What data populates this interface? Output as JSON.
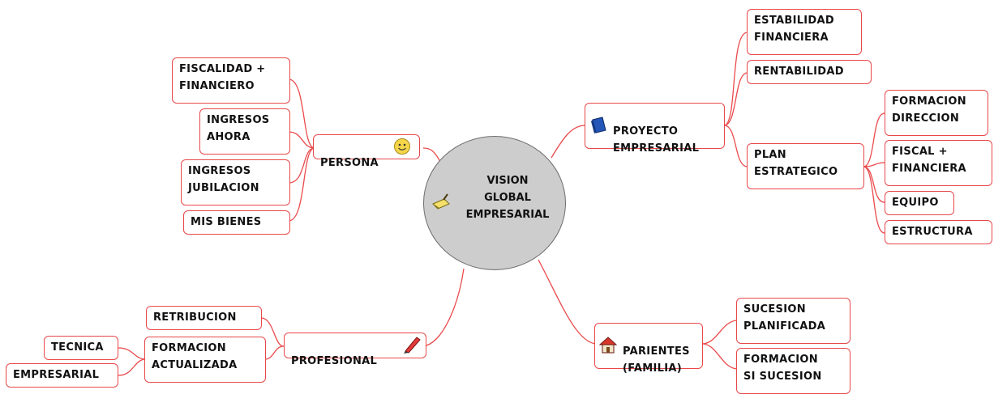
{
  "root": {
    "label": "VISION\nGLOBAL\nEMPRESARIAL",
    "icon": "broom-icon"
  },
  "persona": {
    "label": "PERSONA",
    "icon": "smiley-icon",
    "children": [
      "FISCALIDAD +\nFINANCIERO",
      "INGRESOS\nAHORA",
      "INGRESOS\nJUBILACION",
      "MIS BIENES"
    ]
  },
  "profesional": {
    "label": "PROFESIONAL",
    "icon": "pencil-icon",
    "retribucion": "RETRIBUCION",
    "formacion": "FORMACION\nACTUALIZADA",
    "formacion_children": [
      "TECNICA",
      "EMPRESARIAL"
    ]
  },
  "proyecto": {
    "label": "PROYECTO\nEMPRESARIAL",
    "icon": "book-icon",
    "estabilidad": "ESTABILIDAD\nFINANCIERA",
    "rentabilidad": "RENTABILIDAD",
    "plan": "PLAN\nESTRATEGICO",
    "plan_children": [
      "FORMACION\nDIRECCION",
      "FISCAL +\nFINANCIERA",
      "EQUIPO",
      "ESTRUCTURA"
    ]
  },
  "parientes": {
    "label": "PARIENTES\n(FAMILIA)",
    "icon": "house-icon",
    "children": [
      "SUCESION\nPLANIFICADA",
      "FORMACION\nSI SUCESION"
    ]
  },
  "colors": {
    "branch": "#ea4a4c",
    "center_fill": "#cdcdcd",
    "center_stroke": "#6e6e6e"
  }
}
